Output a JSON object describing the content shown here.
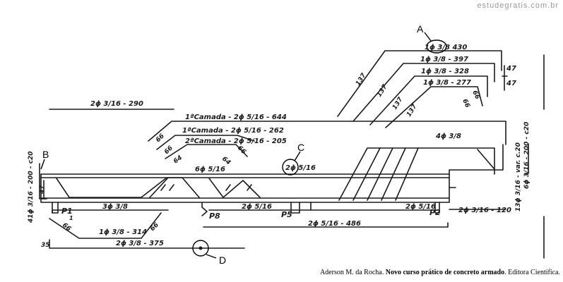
{
  "watermark": "estudegratis.com.br",
  "credit": {
    "author": "Aderson M. da Rocha. ",
    "book": "Novo curso prático de concreto armado",
    "publisher": ". Editora Científica."
  },
  "markers": {
    "a": "A",
    "b": "B",
    "c": "C",
    "d": "D"
  },
  "labels": {
    "bar_430": "1ϕ 3/8 430",
    "bar_397": "1ϕ 3/8 - 397",
    "bar_328": "1ϕ 3/8 - 328",
    "bar_277": "1ϕ 3/8 - 277",
    "dim_47a": "47",
    "dim_47b": "47",
    "seg_137a": "137",
    "seg_137b": "137",
    "seg_137c": "137",
    "seg_137d": "137",
    "seg_66a": "66",
    "seg_66b": "66",
    "top_290": "2ϕ 3/16 - 290",
    "camada1": "1ªCamada - 2ϕ 5/16 - 644",
    "camada2": "1ªCamada - 2ϕ 5/16 - 262",
    "camada3": "2ªCamada - 2ϕ 5/16 - 205",
    "seg_66c": "66",
    "seg_66d": "66",
    "seg_66e": "66",
    "seg_64a": "64",
    "seg_64b": "64",
    "bar_6516": "6ϕ 5/16",
    "bar_2516c": "2ϕ 5/16",
    "bar_438": "4ϕ 3/8",
    "stir_left": "41ϕ 3/16 - 200 - c20",
    "dim_47c": "47",
    "stir_right1": "13ϕ 3/16 - var. c.20",
    "stir_right2": "6ϕ 3/16 - 200 - c20",
    "p1": "P1",
    "p1_sub": "1",
    "p8": "P8",
    "p5": "P5",
    "p2": "P2",
    "bot_338": "3ϕ 3/8",
    "bot_2516": "2ϕ 5/16",
    "bot_2516b": "2ϕ 5/16",
    "bot_120": "2ϕ 3/16 - 120",
    "bot_486": "2ϕ 5/16 - 486",
    "bot_314": "1ϕ 3/8 - 314",
    "seg_66f": "66",
    "seg_66g": "66",
    "bot_375": "2ϕ 3/8 - 375",
    "dim_35": "35"
  }
}
